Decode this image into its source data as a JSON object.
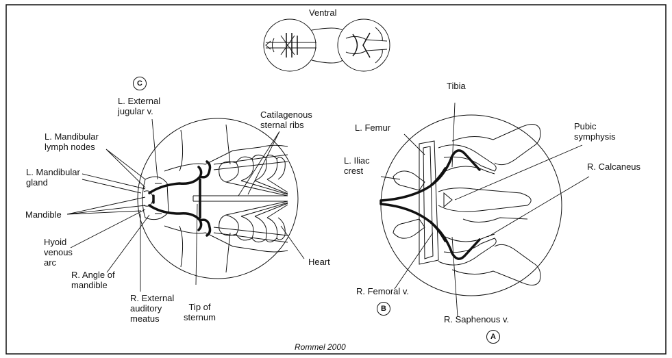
{
  "title": "Ventral",
  "credit": "Rommel 2000",
  "panels": {
    "c": {
      "badge": "C",
      "labels": {
        "ext_jugular": "L. External\njugular v.",
        "cart_ribs": "Catilagenous\nsternal ribs",
        "mand_lymph": "L. Mandibular\nlymph nodes",
        "mand_gland": "L. Mandibular\ngland",
        "mandible": "Mandible",
        "hyoid": "Hyoid\nvenous\narc",
        "angle": "R. Angle of\nmandible",
        "ext_auditory": "R. External\nauditory\nmeatus",
        "sternum_tip": "Tip of\nsternum",
        "heart": "Heart"
      }
    },
    "ab": {
      "badge_a": "A",
      "badge_b": "B",
      "labels": {
        "tibia": "Tibia",
        "pubic": "Pubic\nsymphysis",
        "l_femur": "L. Femur",
        "l_iliac": "L. Iliac\ncrest",
        "r_calcaneus": "R. Calcaneus",
        "r_femoral": "R. Femoral v.",
        "r_saphenous": "R. Saphenous v."
      }
    }
  }
}
